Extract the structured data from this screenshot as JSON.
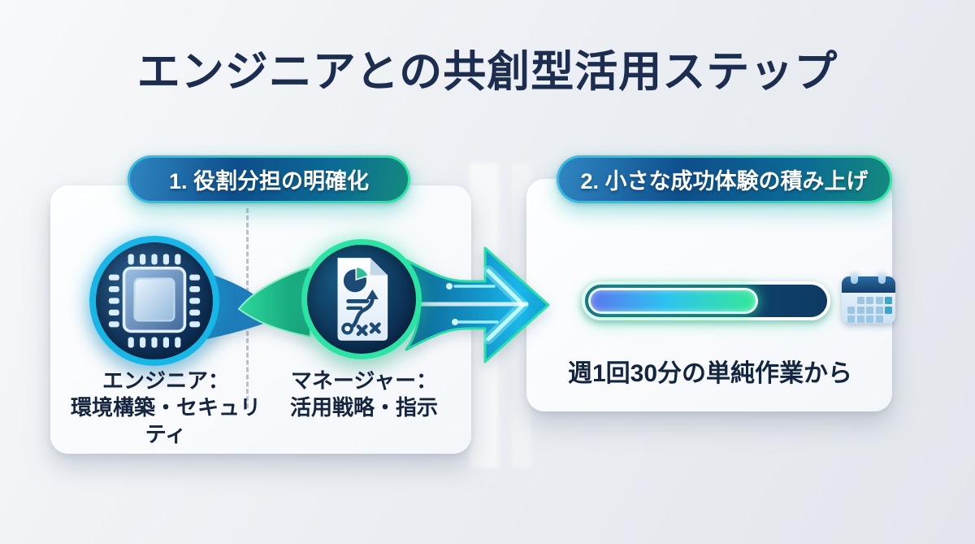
{
  "title": "エンジニアとの共創型活用ステップ",
  "steps": [
    {
      "label": "1. 役割分担の明確化",
      "items": [
        {
          "role": "エンジニア：",
          "desc": "環境構築・セキュリティ",
          "icon": "cpu-chip-icon"
        },
        {
          "role": "マネージャー：",
          "desc": "活用戦略・指示",
          "icon": "strategy-document-icon"
        }
      ]
    },
    {
      "label": "2. 小さな成功体験の積み上げ",
      "caption": "週1回30分の単純作業から",
      "progress_percent": 70,
      "icon": "calendar-icon"
    }
  ],
  "icons": {
    "flow": "arrow-right-icon",
    "step1_left": "cpu-chip-icon",
    "step1_right": "strategy-document-icon",
    "step2": "calendar-icon"
  },
  "colors": {
    "title_navy": "#1c2d50",
    "accent_cyan": "#19c3f0",
    "accent_green": "#2ee6a0",
    "circle_navy": "#0c2c52",
    "pill_text": "#ffffff",
    "progress_track": "#0d3a63"
  }
}
